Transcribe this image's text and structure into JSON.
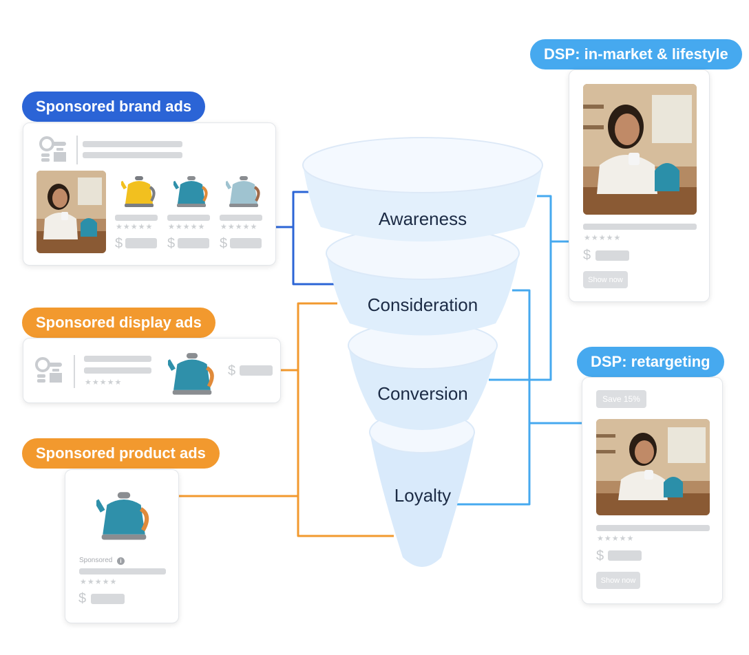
{
  "labels": {
    "sponsored_brand": "Sponsored brand ads",
    "sponsored_display": "Sponsored display ads",
    "sponsored_product": "Sponsored product ads",
    "dsp_inmarket": "DSP: in-market & lifestyle",
    "dsp_retargeting": "DSP: retargeting"
  },
  "funnel": {
    "stages": [
      "Awareness",
      "Consideration",
      "Conversion",
      "Loyalty"
    ]
  },
  "cards": {
    "currency": "$",
    "stars": "★★★★★",
    "show_now": "Show now",
    "save_badge": "Save 15%",
    "sponsored": "Sponsored",
    "info": "i"
  },
  "colors": {
    "dark_blue": "#2b64d6",
    "orange": "#f2992e",
    "light_blue": "#46a9ef",
    "funnel_fill": "#e2effc"
  },
  "icons": [
    "brand-logo-icon",
    "kettle-icon",
    "person-photo",
    "info-icon"
  ]
}
